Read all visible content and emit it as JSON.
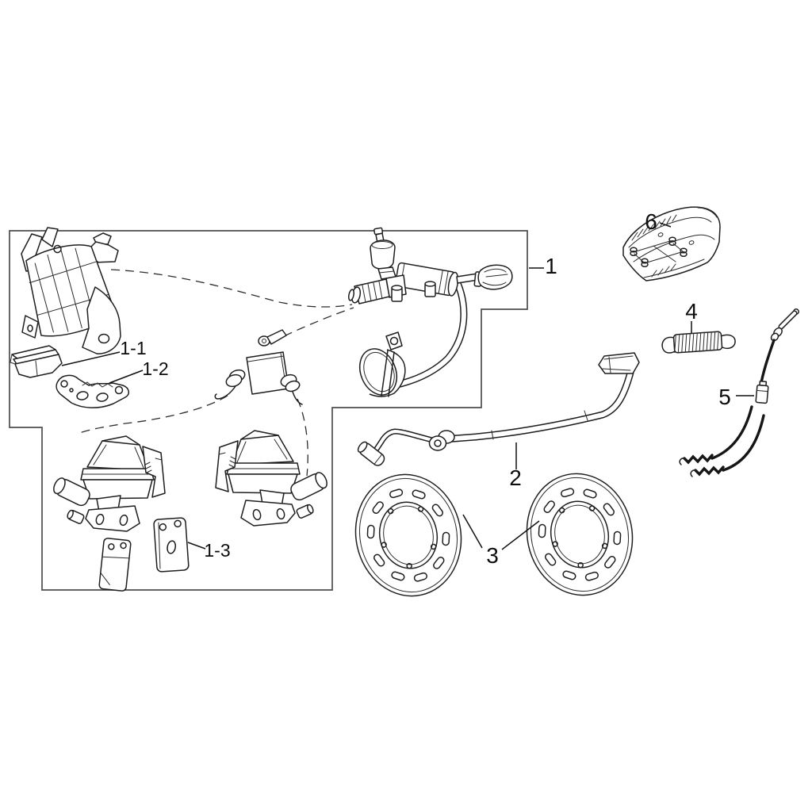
{
  "diagram": {
    "background_color": "#ffffff",
    "line_color": "#1e1e1e",
    "box_line_color": "#4d4d4d",
    "callouts": {
      "p1": "1",
      "p1_1": "1-1",
      "p1_2": "1-2",
      "p1_3": "1-3",
      "p2": "2",
      "p3": "3",
      "p4": "4",
      "p5": "5",
      "p6": "6"
    },
    "parts": {
      "1": "brake-caliper-and-master-cylinder-assembly",
      "1-1": "rear-brake-pad",
      "1-2": "caliper-mount-bracket",
      "1-3": "front-brake-pads",
      "2": "brake-pedal",
      "3": "brake-discs",
      "4": "pedal-return-spring",
      "5": "brake-cable",
      "6": "pedal-cover-plate"
    }
  }
}
